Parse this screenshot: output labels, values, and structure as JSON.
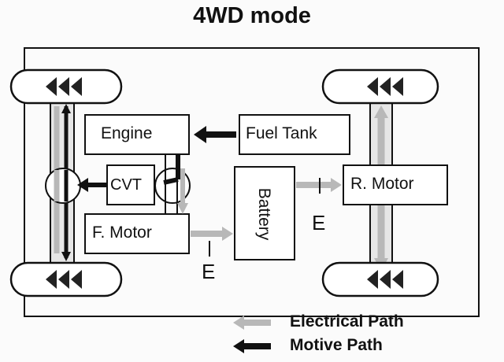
{
  "title": "4WD mode",
  "components": {
    "engine": "Engine",
    "fuel_tank": "Fuel Tank",
    "cvt": "CVT",
    "battery": "Battery",
    "f_motor": "F. Motor",
    "r_motor": "R. Motor"
  },
  "ground_labels": {
    "front": "E",
    "rear": "E"
  },
  "legend": {
    "electrical": "Electrical Path",
    "motive": "Motive Path"
  },
  "colors": {
    "electrical": "#b8b8b8",
    "motive": "#111111",
    "box_stroke": "#111111"
  }
}
